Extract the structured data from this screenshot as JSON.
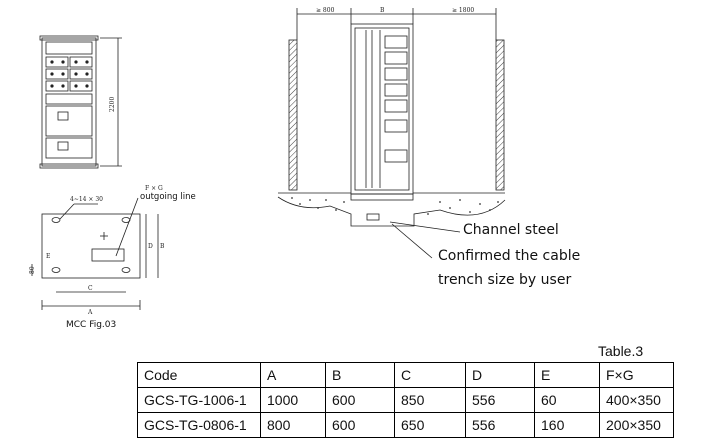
{
  "front_view": {
    "height_label": "2200"
  },
  "plan_view": {
    "bolt_label": "4~14 × 30",
    "fxg_label": "F × G",
    "outgoing_label": "outgoing line",
    "dim_a": "A",
    "dim_b": "B",
    "dim_c": "C",
    "dim_d": "D",
    "dim_e": "E",
    "dim_80": "80",
    "caption": "MCC Fig.03"
  },
  "section_view": {
    "left_clearance": "≥ 800",
    "width_label": "B",
    "right_clearance": "≥ 1800",
    "callout_channel": "Channel steel",
    "callout_trench_line1": "Confirmed the cable",
    "callout_trench_line2": "trench size by user"
  },
  "table": {
    "caption": "Table.3",
    "headers": [
      "Code",
      "A",
      "B",
      "C",
      "D",
      "E",
      "F×G"
    ],
    "rows": [
      [
        "GCS-TG-1006-1",
        "1000",
        "600",
        "850",
        "556",
        "60",
        "400×350"
      ],
      [
        "GCS-TG-0806-1",
        "800",
        "600",
        "650",
        "556",
        "160",
        "200×350"
      ]
    ]
  }
}
